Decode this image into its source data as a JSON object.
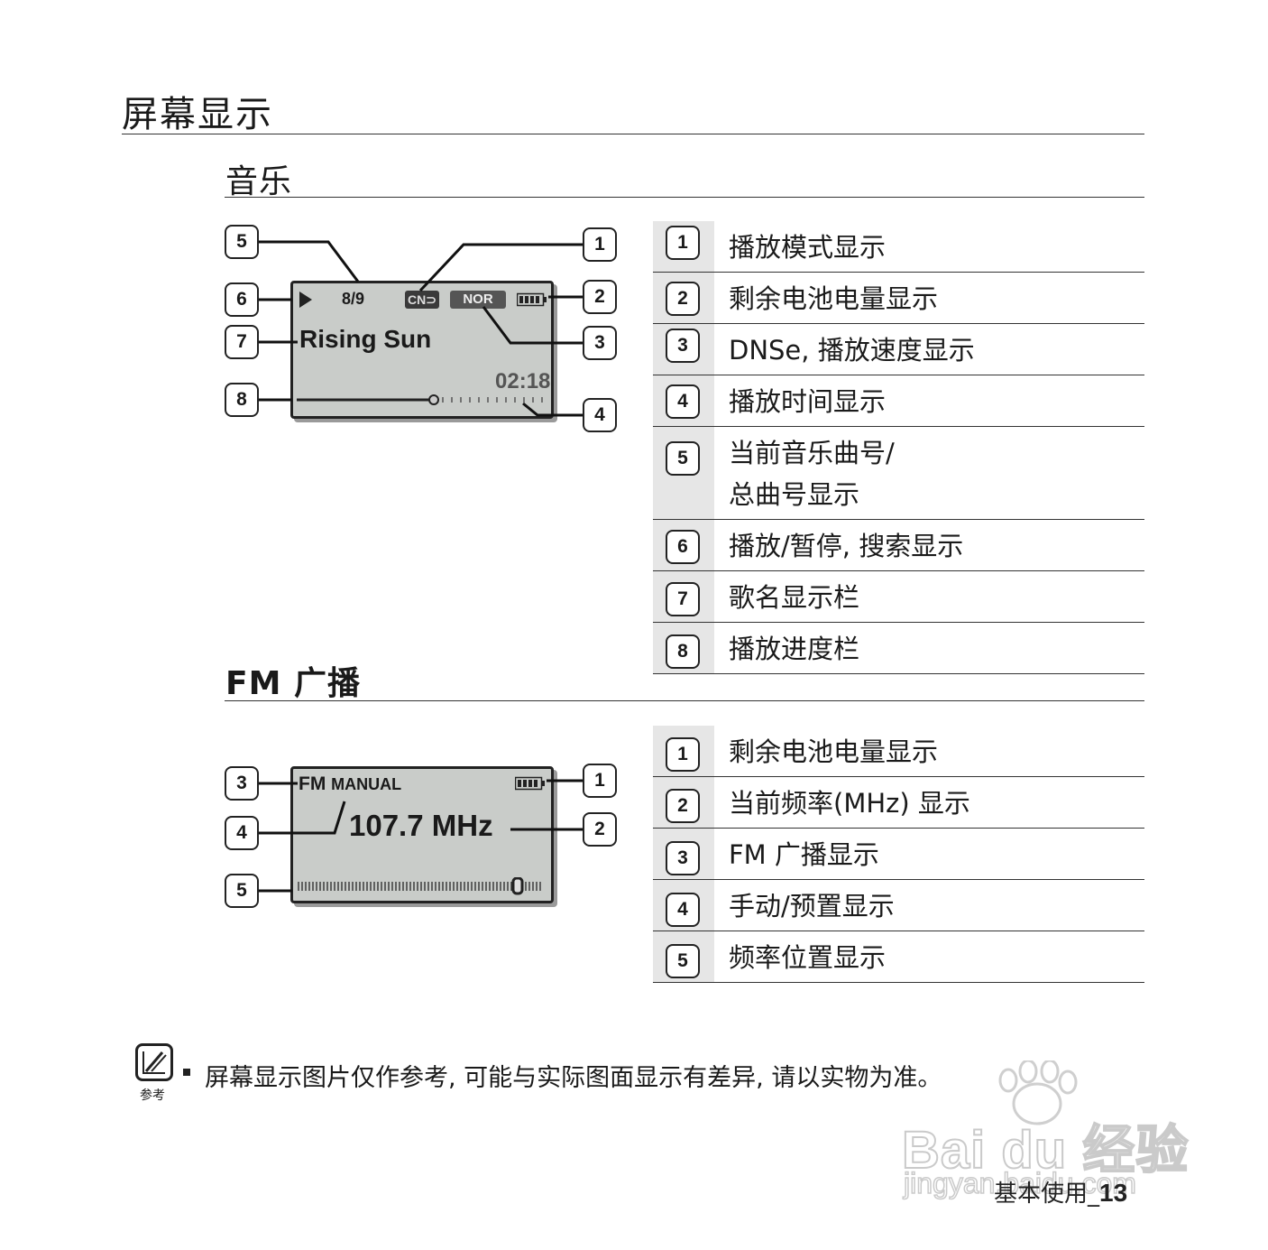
{
  "page_title": "屏幕显示",
  "music": {
    "section_title": "音乐",
    "screen": {
      "track_counter": "8/9",
      "mode_icon": "CN⊃",
      "dnse_label": "NOR",
      "song_title": "Rising Sun",
      "elapsed_time": "02:18",
      "progress_fraction": 0.55
    },
    "callouts": [
      "5",
      "6",
      "7",
      "8",
      "1",
      "2",
      "3",
      "4"
    ],
    "legend": [
      {
        "num": "1",
        "lines": [
          "播放模式显示"
        ]
      },
      {
        "num": "2",
        "lines": [
          "剩余电池电量显示"
        ]
      },
      {
        "num": "3",
        "lines": [
          "DNSe, 播放速度显示"
        ]
      },
      {
        "num": "4",
        "lines": [
          "播放时间显示"
        ]
      },
      {
        "num": "5",
        "lines": [
          "当前音乐曲号/",
          "总曲号显示"
        ]
      },
      {
        "num": "6",
        "lines": [
          "播放/暂停, 搜索显示"
        ]
      },
      {
        "num": "7",
        "lines": [
          "歌名显示栏"
        ]
      },
      {
        "num": "8",
        "lines": [
          "播放进度栏"
        ]
      }
    ]
  },
  "fm": {
    "section_title": "FM 广播",
    "screen": {
      "mode_fm": "FM",
      "mode_manual": "MANUAL",
      "frequency": "107.7 MHz",
      "dial_position_fraction": 0.92
    },
    "callouts": [
      "3",
      "4",
      "5",
      "1",
      "2"
    ],
    "legend": [
      {
        "num": "1",
        "lines": [
          "剩余电池电量显示"
        ]
      },
      {
        "num": "2",
        "lines": [
          "当前频率(MHz) 显示"
        ]
      },
      {
        "num": "3",
        "lines": [
          "FM 广播显示"
        ]
      },
      {
        "num": "4",
        "lines": [
          "手动/预置显示"
        ]
      },
      {
        "num": "5",
        "lines": [
          "频率位置显示"
        ]
      }
    ]
  },
  "note": {
    "icon_label": "参考",
    "text": "屏幕显示图片仅作参考, 可能与实际图面显示有差异, 请以实物为准。"
  },
  "footer": {
    "section": "基本使用_",
    "page": "13"
  },
  "watermark": {
    "brand": "Bai du 经验",
    "url": "jingyan.baidu.com"
  }
}
